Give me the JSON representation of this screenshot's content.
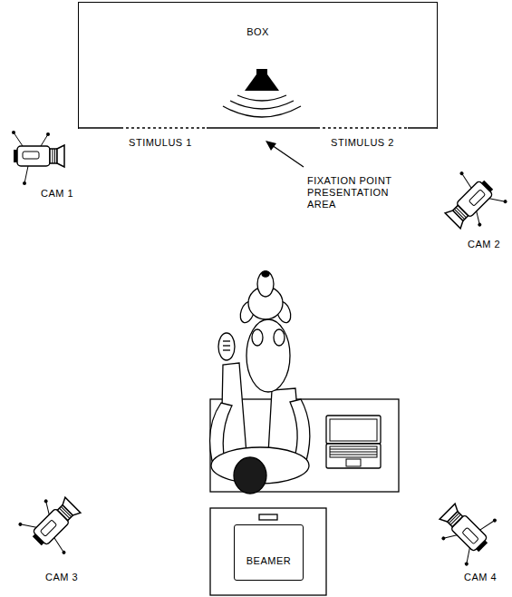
{
  "diagram": {
    "nodes": [
      {
        "text": [
          "BOX"
        ]
      },
      {
        "text": [
          "BEAMER"
        ]
      }
    ],
    "labels": [
      "STIMULUS 1",
      "STIMULUS 2",
      "FIXATION POINT PRESENTATION AREA",
      "CAM 1",
      "CAM 2",
      "CAM 3",
      "CAM 4"
    ]
  }
}
